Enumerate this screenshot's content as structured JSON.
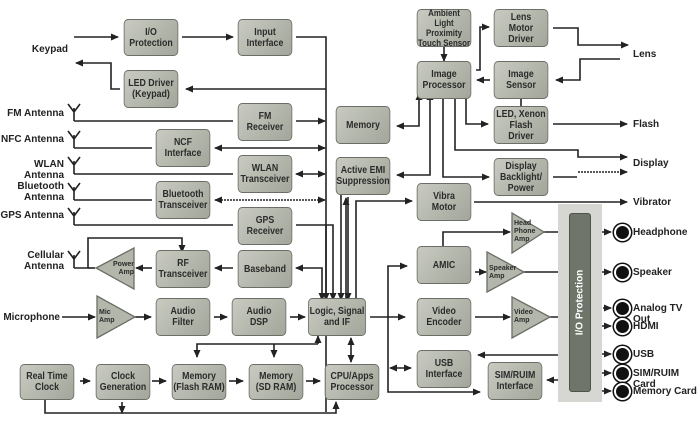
{
  "title": "Mobile phone block diagram",
  "colors": {
    "block_fill": "#b8bbb0",
    "block_border": "#6b6e66",
    "line": "#222222",
    "io_bar": "#6f7568",
    "io_bg": "#d6d6d3"
  },
  "blocks": {
    "io_protection_top": "I/O\nProtection",
    "input_interface": "Input\nInterface",
    "led_driver": "LED Driver\n(Keypad)",
    "fm_receiver": "FM\nReceiver",
    "ncf_interface": "NCF\nInterface",
    "wlan_transceiver": "WLAN\nTransceiver",
    "bluetooth_transceiver": "Bluetooth\nTransceiver",
    "gps_receiver": "GPS\nReceiver",
    "rf_transceiver": "RF\nTransceiver",
    "baseband": "Baseband",
    "audio_filter": "Audio\nFilter",
    "audio_dsp": "Audio\nDSP",
    "logic_signal": "Logic, Signal\nand IF",
    "real_time_clock": "Real Time\nClock",
    "clock_generation": "Clock\nGeneration",
    "memory_flash": "Memory\n(Flash RAM)",
    "memory_sd": "Memory\n(SD RAM)",
    "cpu_apps": "CPU/Apps\nProcessor",
    "memory": "Memory",
    "active_emi": "Active EMI\nSuppression",
    "ambient_light": "Ambient Light\nProximity\nTouch Sensor",
    "image_processor": "Image\nProcessor",
    "lens_motor": "Lens\nMotor\nDriver",
    "image_sensor": "Image\nSensor",
    "led_xenon": "LED, Xenon\nFlash\nDriver",
    "display_backlight": "Display\nBacklight/\nPower",
    "vibra_motor": "Vibra\nMotor",
    "amic": "AMIC",
    "video_encoder": "Video\nEncoder",
    "usb_interface": "USB\nInterface",
    "sim_ruim_interface": "SIM/RUIM\nInterface"
  },
  "amps": {
    "power_amp": "Power\nAmp",
    "mic_amp": "Mic\nAmp",
    "headphone_amp": "Head\nPhone\nAmp",
    "speaker_amp": "Speaker\nAmp",
    "video_amp": "Video\nAmp"
  },
  "io_protection_bar": "I/O Protection",
  "inputs": {
    "keypad": "Keypad",
    "fm_antenna": "FM Antenna",
    "nfc_antenna": "NFC Antenna",
    "wlan_antenna": "WLAN Antenna",
    "bluetooth_antenna": "Bluetooth\nAntenna",
    "gps_antenna": "GPS Antenna",
    "cellular_antenna": "Cellular\nAntenna",
    "microphone": "Microphone"
  },
  "outputs": {
    "lens": "Lens",
    "flash": "Flash",
    "display": "Display",
    "vibrator": "Vibrator",
    "headphone": "Headphone",
    "speaker": "Speaker",
    "analog_tv_out": "Analog TV Out",
    "hdmi": "HDMI",
    "usb": "USB",
    "sim_ruim_card": "SIM/RUIM Card",
    "memory_card": "Memory Card"
  }
}
